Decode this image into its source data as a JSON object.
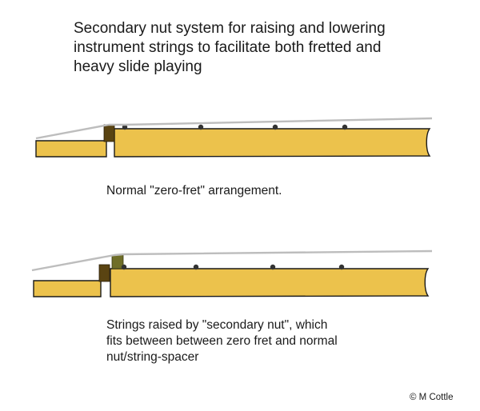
{
  "title_lines": [
    "Secondary nut system for raising and lowering",
    "instrument strings to facilitate both fretted and",
    "heavy slide playing"
  ],
  "caption_top": "Normal \"zero-fret\" arrangement.",
  "caption_bottom_lines": [
    "Strings raised by \"secondary nut\", which",
    "fits between between zero fret and normal",
    "nut/string-spacer"
  ],
  "copyright": "© M Cottle",
  "colors": {
    "neck": "#ecc24c",
    "neck_outline": "#1a1a1a",
    "nut": "#5a4412",
    "secondary_nut": "#6f6e28",
    "string": "#bdbdbd",
    "fret": "#333333"
  }
}
